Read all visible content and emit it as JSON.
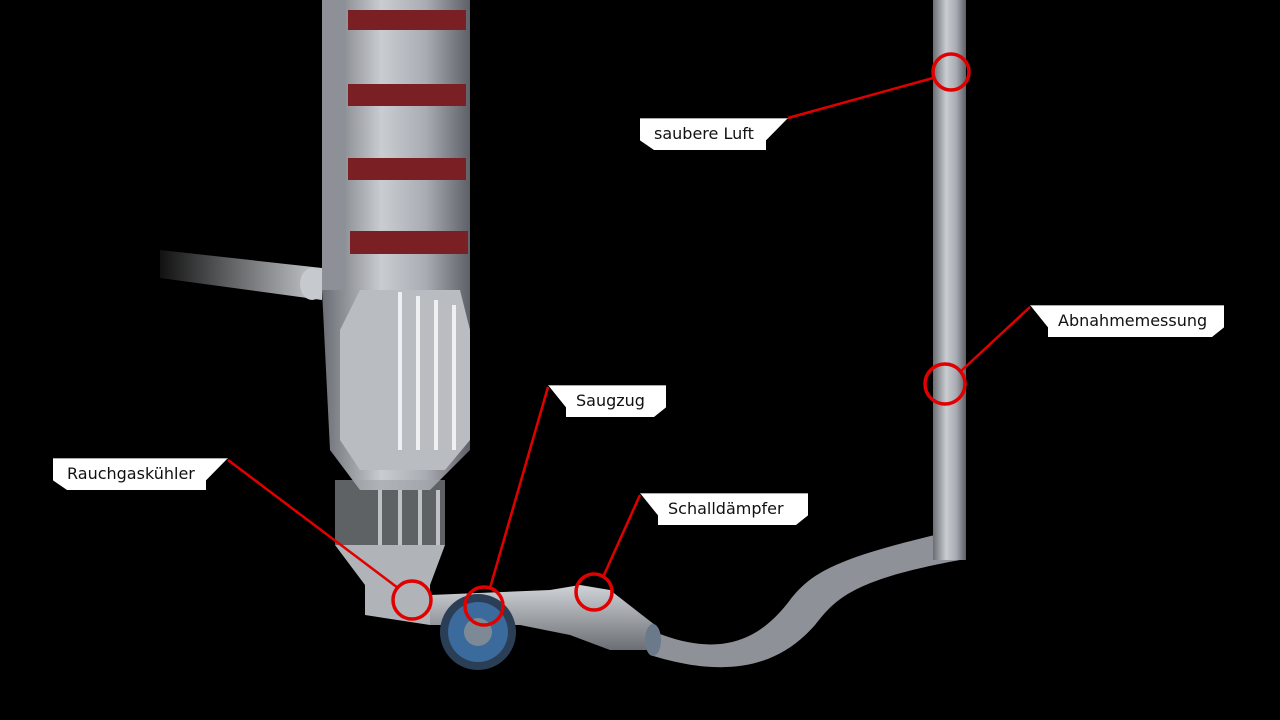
{
  "labels": {
    "clean_air": "saubere Luft",
    "acceptance_measurement": "Abnahmemessung",
    "induced_draft": "Saugzug",
    "flue_gas_cooler": "Rauchgaskühler",
    "silencer": "Schalldämpfer"
  },
  "colors": {
    "background": "#000000",
    "callout": "#e00000",
    "brick": "#7a1f24",
    "label_bg": "#ffffff"
  }
}
